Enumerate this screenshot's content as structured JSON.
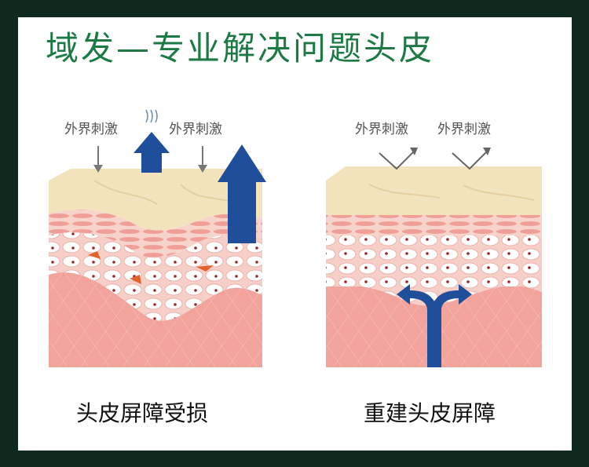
{
  "title": "域发—专业解决问题头皮",
  "left_panel": {
    "stimulus_labels": [
      "外界刺激",
      "外界刺激"
    ],
    "caption": "头皮屏障受损"
  },
  "right_panel": {
    "stimulus_labels": [
      "外界刺激",
      "外界刺激"
    ],
    "caption": "重建头皮屏障"
  },
  "colors": {
    "title_green": "#1e7a45",
    "outer_frame": "#10291f",
    "skin_surface": "#f3e3bd",
    "dermis": "#f2a39b",
    "arrow_blue": "#1f4e9a"
  }
}
